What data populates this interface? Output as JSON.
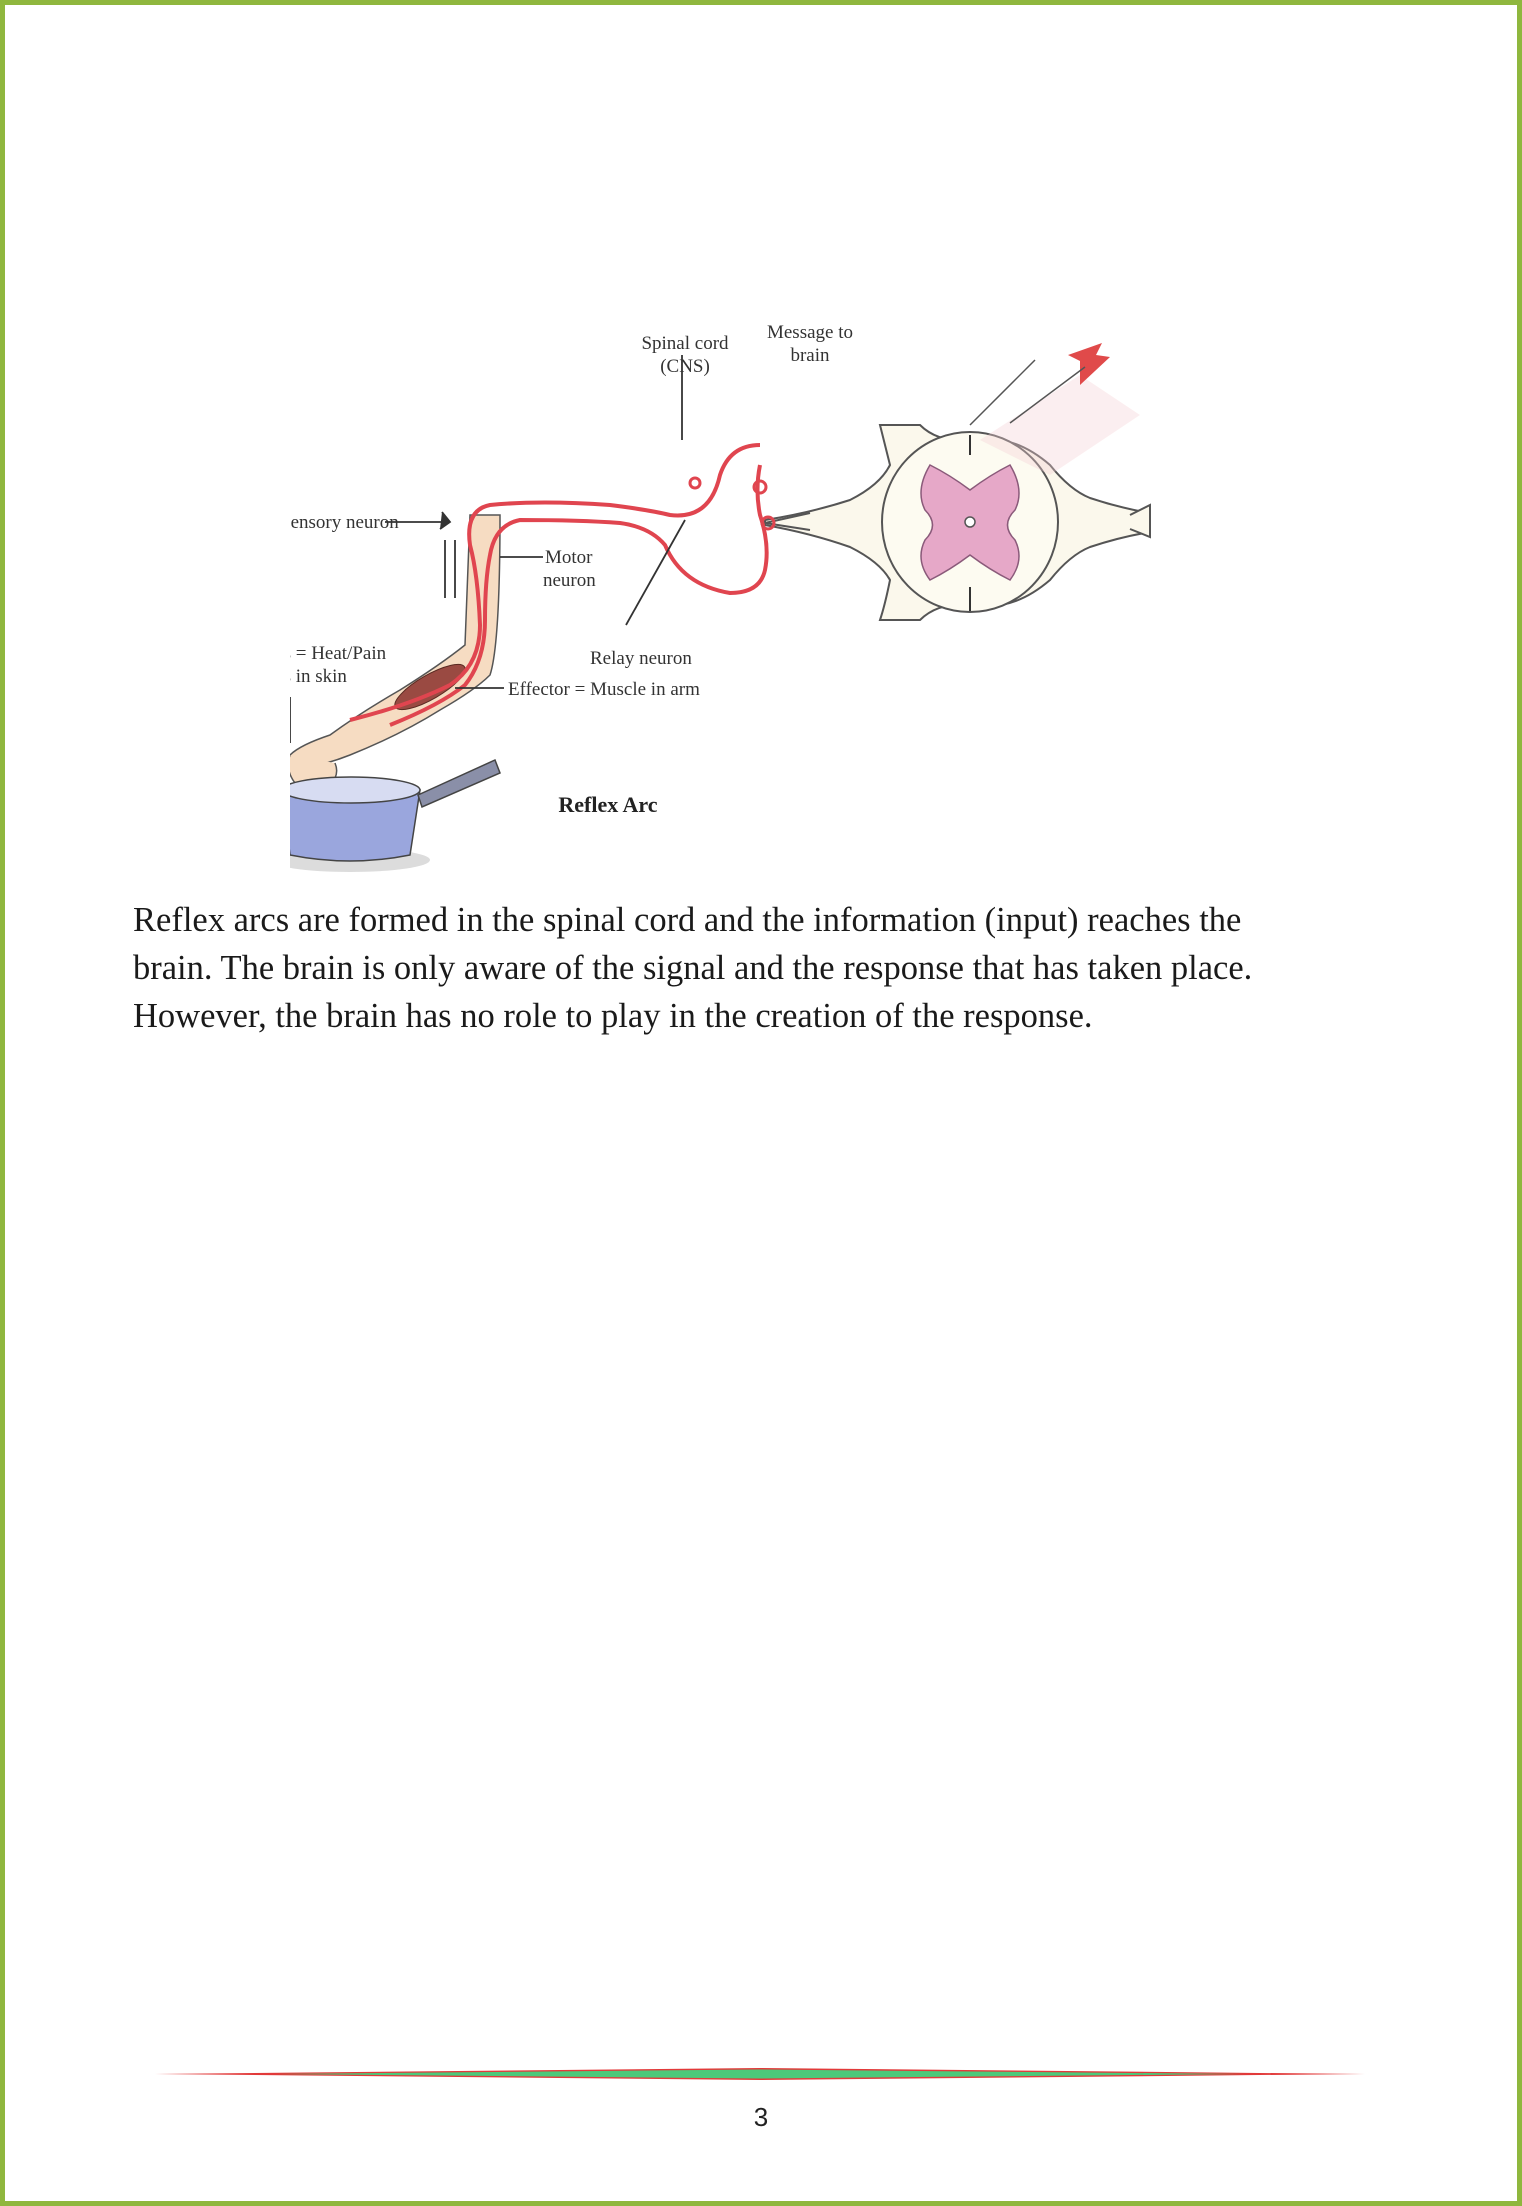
{
  "figure": {
    "labels": {
      "spinal_cord_line1": "Spinal cord",
      "spinal_cord_line2": "(CNS)",
      "message_line1": "Message to",
      "message_line2": "brain",
      "sensory_neuron": "Sensory neuron",
      "motor_line1": "Motor",
      "motor_line2": "neuron",
      "relay_neuron": "Relay neuron",
      "receptors_line1": "Receptors = Heat/Pain",
      "receptors_line2": "Receptors in skin",
      "effector": "Effector = Muscle in arm"
    },
    "caption": "Reflex Arc"
  },
  "paragraph": {
    "line1": "Reflex arcs are formed in the spinal cord and the information (input) reaches the",
    "line2": "brain. The brain is only aware of the signal and the response that has taken place.",
    "line3": "However, the brain has no role to play in the creation of the response."
  },
  "footer": {
    "page_number": "3"
  },
  "colors": {
    "border": "#8fb73e",
    "nerve": "#e0454f",
    "rule_red": "#e23a3a",
    "rule_green": "#4cc97a"
  }
}
